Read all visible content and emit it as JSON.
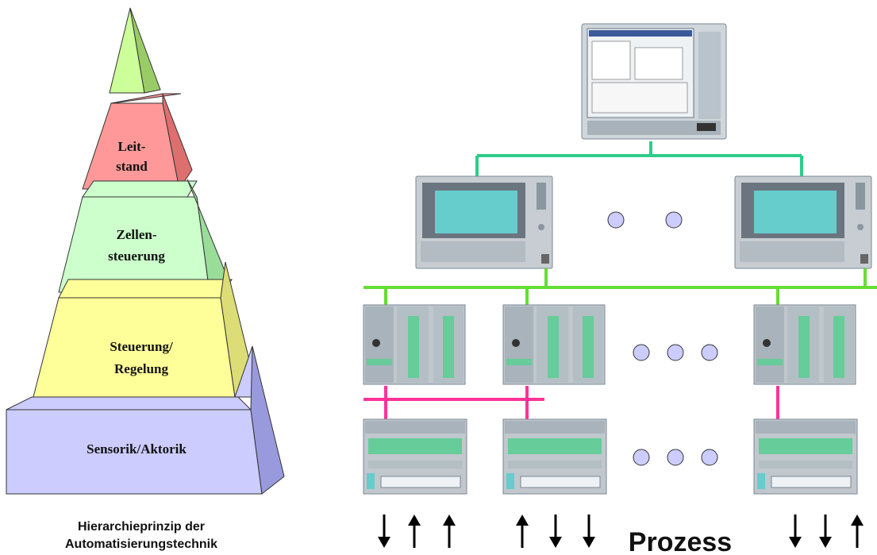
{
  "pyramid": {
    "levels": [
      {
        "lines": [
          "Leit-",
          "stand"
        ]
      },
      {
        "lines": [
          "Zellen-",
          "steuerung"
        ]
      },
      {
        "lines": [
          "Steuerung/",
          "Regelung"
        ]
      },
      {
        "lines": [
          "Sensorik/Aktorik"
        ]
      }
    ],
    "caption": [
      "Hierarchieprinzip der",
      "Automatisierungstechnik"
    ]
  },
  "process": {
    "label": "Prozess",
    "arrows": [
      "down",
      "up",
      "up",
      "up",
      "down",
      "down",
      "down",
      "down",
      "up"
    ]
  },
  "colors": {
    "tip": "#ccff99",
    "leitstand": "#ff9999",
    "zellen": "#ccffcc",
    "steuerung": "#ffff99",
    "sensorik": "#ccccff",
    "bus_green_top": "#2ecc8a",
    "bus_green_mid": "#66dd33",
    "bus_pink": "#ff3399"
  }
}
